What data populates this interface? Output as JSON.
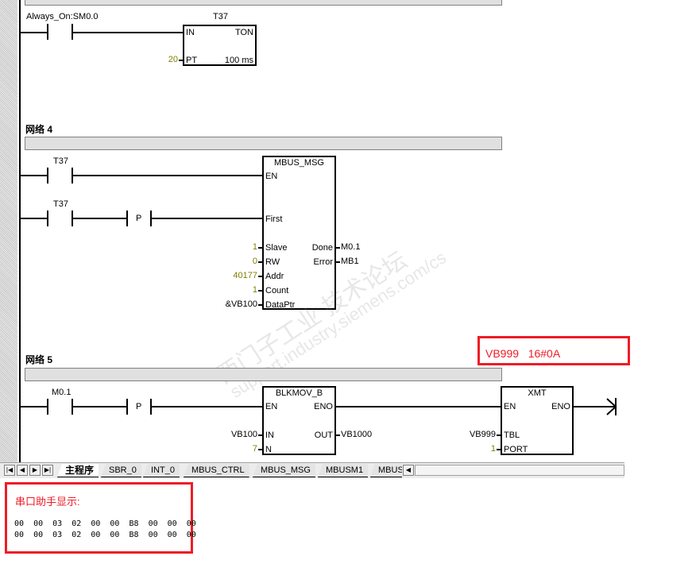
{
  "network3": {
    "contact_label": "Always_On:SM0.0",
    "timer": {
      "name": "T37",
      "type": "TON",
      "in": "IN",
      "pt_pin": "PT",
      "pt_value": "20",
      "base": "100 ms"
    }
  },
  "network4": {
    "title": "网络 4",
    "contact1": "T37",
    "contact2": "T37",
    "p_label": "P",
    "block": {
      "name": "MBUS_MSG",
      "en": "EN",
      "first": "First",
      "inputs": [
        {
          "pin": "Slave",
          "value": "1"
        },
        {
          "pin": "RW",
          "value": "0"
        },
        {
          "pin": "Addr",
          "value": "40177"
        },
        {
          "pin": "Count",
          "value": "1"
        },
        {
          "pin": "DataPtr",
          "value": "&VB100"
        }
      ],
      "outputs": [
        {
          "pin": "Done",
          "value": "M0.1"
        },
        {
          "pin": "Error",
          "value": "MB1"
        }
      ]
    }
  },
  "network5": {
    "title": "网络 5",
    "contact": "M0.1",
    "p_label": "P",
    "blkmov": {
      "name": "BLKMOV_B",
      "en": "EN",
      "eno": "ENO",
      "in_pin": "IN",
      "in_value": "VB100",
      "out_pin": "OUT",
      "out_value": "VB1000",
      "n_pin": "N",
      "n_value": "7"
    },
    "xmt": {
      "name": "XMT",
      "en": "EN",
      "eno": "ENO",
      "tbl_pin": "TBL",
      "tbl_value": "VB999",
      "port_pin": "PORT",
      "port_value": "1"
    }
  },
  "annotation": {
    "text": "VB999   16#0A"
  },
  "tabs": [
    "主程序",
    "SBR_0",
    "INT_0",
    "MBUS_CTRL",
    "MBUS_MSG",
    "MBUSM1",
    "MBUS"
  ],
  "serial": {
    "title": "串口助手显示:",
    "lines": [
      "00  00  03  02  00  00  B8  00  00  00",
      "00  00  03  02  00  00  B8  00  00  00"
    ]
  },
  "watermark": {
    "line1": "西门子工业  技术论坛",
    "line2": "support.industry.siemens.com/cs"
  },
  "colors": {
    "annotation": "#ee1c25",
    "constant": "#808000"
  }
}
